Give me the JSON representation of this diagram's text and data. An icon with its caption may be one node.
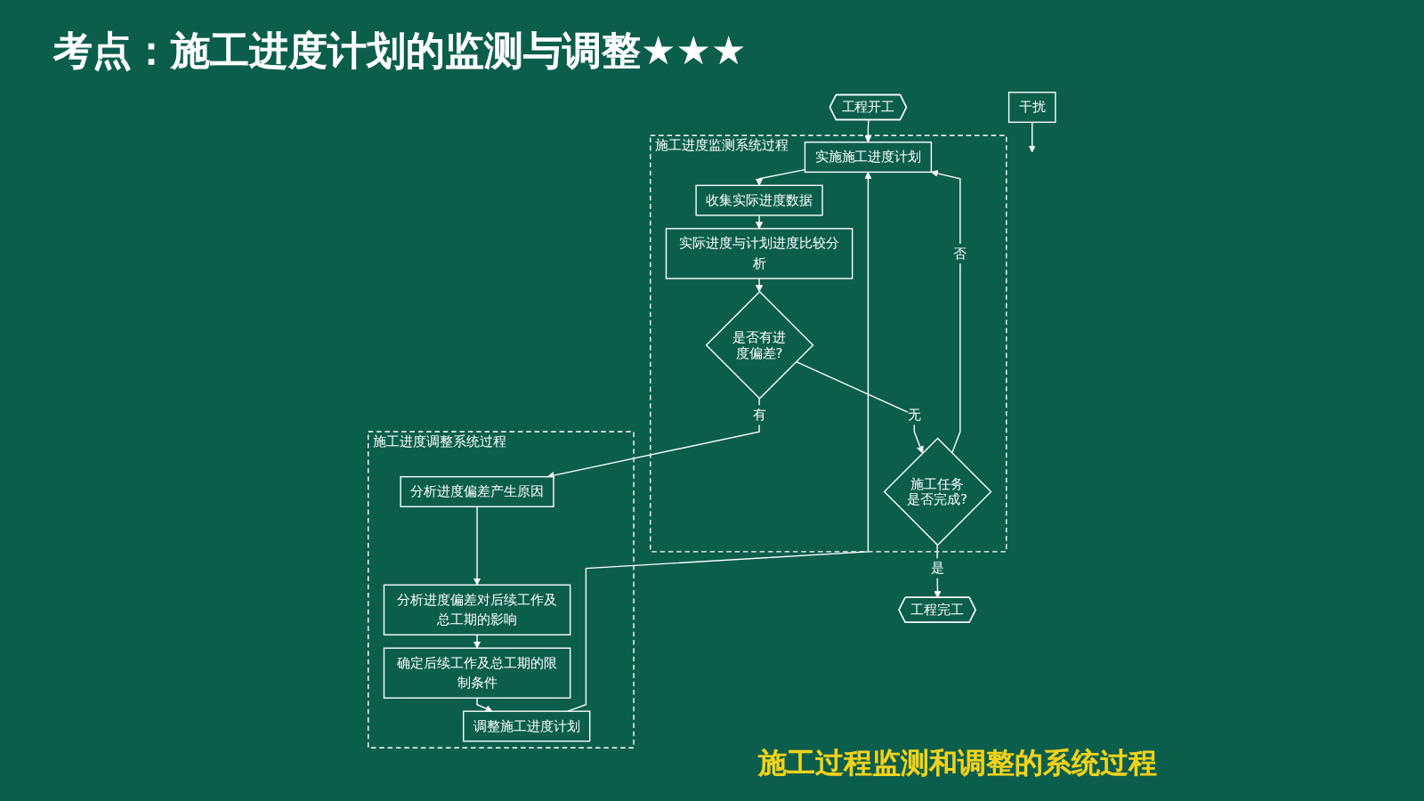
{
  "diagram": {
    "title": "考点：施工进度计划的监测与调整★★★",
    "caption": "施工过程监测和调整的系统过程",
    "nodes": [
      {
        "text": [
          "工程开工"
        ]
      },
      {
        "text": [
          "施工进度监测系统过程"
        ]
      },
      {
        "text": [
          "实施施工进度计划"
        ],
        "in": 1
      },
      {
        "text": [
          "收集实际进度数据"
        ],
        "in": 1
      },
      {
        "text": [
          "实际进度与计划进度比较分析"
        ],
        "in": 1
      },
      {
        "text": [
          "是否有进度偏差?"
        ],
        "in": 1
      },
      {
        "text": [
          "施工任务是否完成?"
        ],
        "in": 1
      },
      {
        "text": [
          "工程完工"
        ]
      },
      {
        "text": [
          "施工进度调整系统过程"
        ]
      },
      {
        "text": [
          "分析进度偏差产生原因"
        ],
        "in": 8
      },
      {
        "text": [
          "分析进度偏差对后续工作及总工期的影响"
        ],
        "in": 8
      },
      {
        "text": [
          "确定后续工作及总工期的限制条件"
        ],
        "in": 8
      },
      {
        "text": [
          "调整施工进度计划"
        ],
        "in": 8
      },
      {
        "text": [
          "干扰"
        ]
      }
    ],
    "edges": [
      {
        "from": 0,
        "to": 2,
        "arrow": "to"
      },
      {
        "from": 2,
        "to": 3,
        "arrow": "to"
      },
      {
        "from": 3,
        "to": 4,
        "arrow": "to"
      },
      {
        "from": 4,
        "to": 5,
        "arrow": "to"
      },
      {
        "from": 5,
        "to": 9,
        "arrow": "to",
        "label": "有"
      },
      {
        "from": 5,
        "to": 6,
        "arrow": "to",
        "label": "无"
      },
      {
        "from": 6,
        "to": 2,
        "arrow": "to",
        "label": "否"
      },
      {
        "from": 6,
        "to": 7,
        "arrow": "to",
        "label": "是"
      },
      {
        "from": 9,
        "to": 10,
        "arrow": "to"
      },
      {
        "from": 10,
        "to": 11,
        "arrow": "to"
      },
      {
        "from": 11,
        "to": 12,
        "arrow": "to"
      },
      {
        "from": 12,
        "to": 2,
        "arrow": "to"
      },
      {
        "from": 13,
        "to": null,
        "arrow": "to"
      }
    ]
  }
}
